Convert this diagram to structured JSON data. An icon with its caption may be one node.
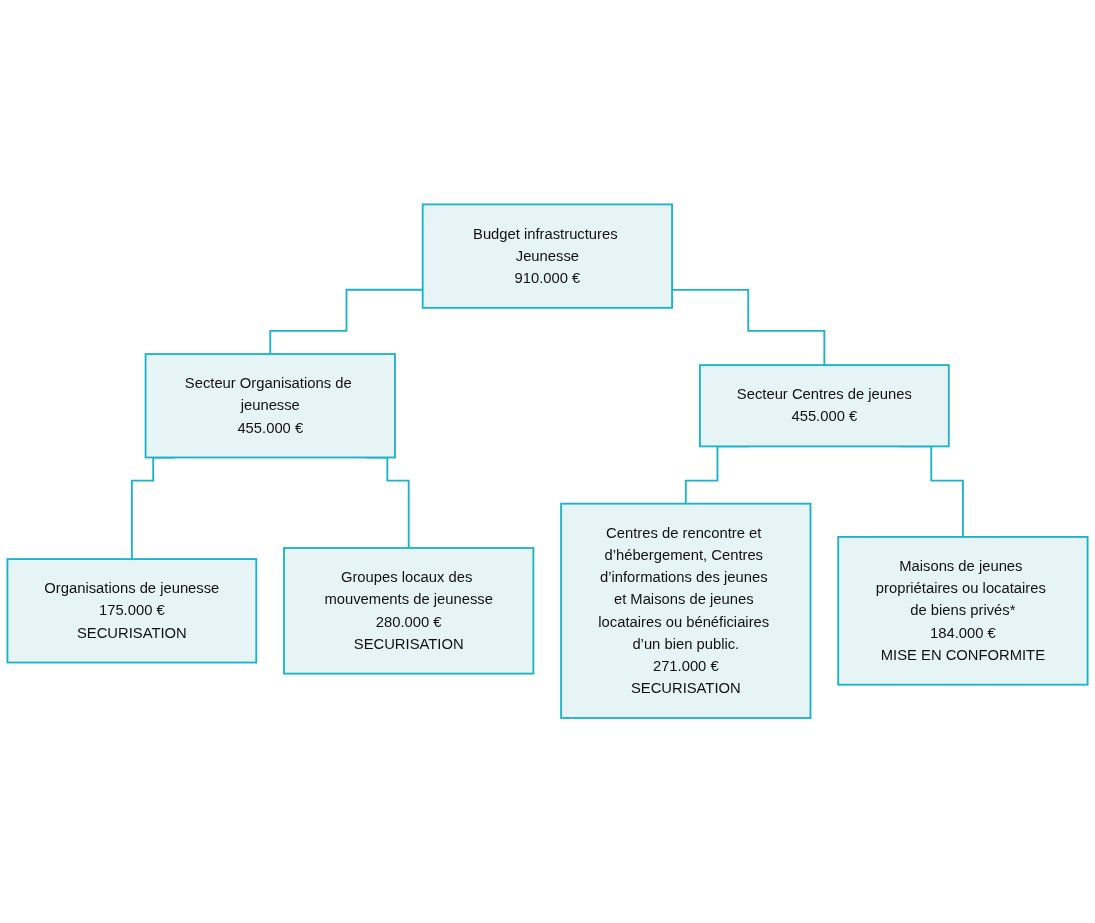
{
  "diagram": {
    "nodes": [
      {
        "text": [
          "Budget infrastructures Jeunesse",
          "910.000 €"
        ]
      },
      {
        "text": [
          "Secteur Organisations de jeunesse",
          "455.000 €"
        ]
      },
      {
        "text": [
          "Secteur Centres de jeunes",
          "455.000 €"
        ]
      },
      {
        "text": [
          "Organisations de jeunesse",
          "175.000 €",
          "SECURISATION"
        ]
      },
      {
        "text": [
          "Groupes locaux des mouvements de jeunesse",
          "280.000 €",
          "SECURISATION"
        ]
      },
      {
        "text": [
          "Centres de rencontre et d’hébergement, Centres d’informations des jeunes et Maisons de jeunes locataires ou bénéficiaires d’un bien public.",
          "271.000 €",
          "SECURISATION"
        ]
      },
      {
        "text": [
          "Maisons de jeunes propriétaires ou locataires de biens privés*",
          "184.000 €",
          "MISE EN CONFORMITE"
        ]
      }
    ],
    "edges": [
      {
        "from": 0,
        "to": 1,
        "arrow": "none"
      },
      {
        "from": 0,
        "to": 2,
        "arrow": "none"
      },
      {
        "from": 1,
        "to": 3,
        "arrow": "none"
      },
      {
        "from": 1,
        "to": 4,
        "arrow": "none"
      },
      {
        "from": 2,
        "to": 5,
        "arrow": "none"
      },
      {
        "from": 2,
        "to": 6,
        "arrow": "none"
      }
    ]
  }
}
